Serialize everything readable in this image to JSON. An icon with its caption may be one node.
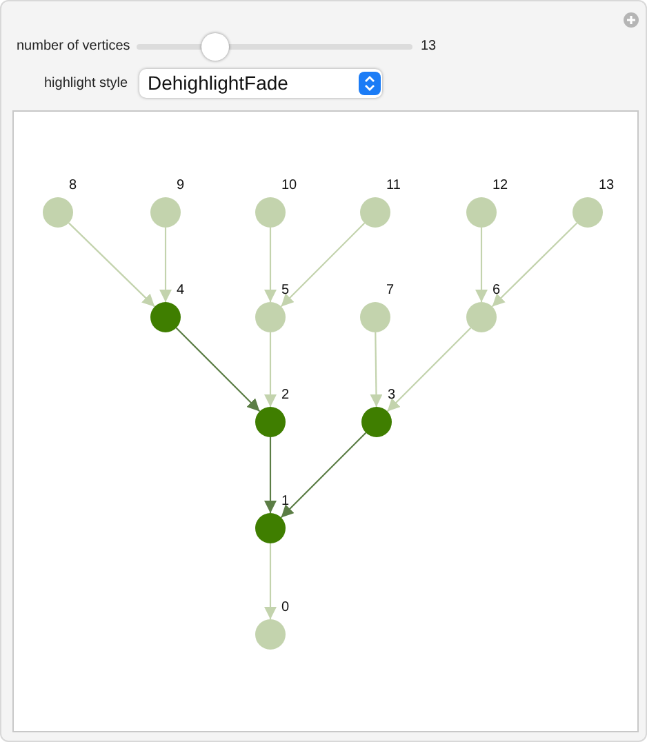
{
  "diagram": {
    "nodes": [
      {
        "text": [],
        "shape": "circle",
        "beside": [
          "8"
        ]
      },
      {
        "text": [],
        "shape": "circle",
        "beside": [
          "9"
        ]
      },
      {
        "text": [],
        "shape": "circle",
        "beside": [
          "10"
        ]
      },
      {
        "text": [],
        "shape": "circle",
        "beside": [
          "11"
        ]
      },
      {
        "text": [],
        "shape": "circle",
        "beside": [
          "12"
        ]
      },
      {
        "text": [],
        "shape": "circle",
        "beside": [
          "13"
        ]
      },
      {
        "text": [],
        "shape": "circle",
        "beside": [
          "4"
        ]
      },
      {
        "text": [],
        "shape": "circle",
        "beside": [
          "5"
        ]
      },
      {
        "text": [],
        "shape": "circle",
        "beside": [
          "7"
        ]
      },
      {
        "text": [],
        "shape": "circle",
        "beside": [
          "6"
        ]
      },
      {
        "text": [],
        "shape": "circle",
        "beside": [
          "2"
        ]
      },
      {
        "text": [],
        "shape": "circle",
        "beside": [
          "3"
        ]
      },
      {
        "text": [],
        "shape": "circle",
        "beside": [
          "1"
        ]
      },
      {
        "text": [],
        "shape": "circle",
        "beside": [
          "0"
        ]
      }
    ],
    "edges": [
      {
        "from": 0,
        "to": 6,
        "arrow": "to"
      },
      {
        "from": 1,
        "to": 6,
        "arrow": "to"
      },
      {
        "from": 2,
        "to": 7,
        "arrow": "to"
      },
      {
        "from": 3,
        "to": 7,
        "arrow": "to"
      },
      {
        "from": 4,
        "to": 9,
        "arrow": "to"
      },
      {
        "from": 5,
        "to": 9,
        "arrow": "to"
      },
      {
        "from": 6,
        "to": 10,
        "arrow": "to",
        "color": "#5b7d45"
      },
      {
        "from": 7,
        "to": 10,
        "arrow": "to"
      },
      {
        "from": 8,
        "to": 11,
        "arrow": "to"
      },
      {
        "from": 9,
        "to": 11,
        "arrow": "to"
      },
      {
        "from": 10,
        "to": 12,
        "arrow": "to",
        "color": "#5b7d45"
      },
      {
        "from": 11,
        "to": 12,
        "arrow": "to",
        "color": "#5b7d45"
      },
      {
        "from": 12,
        "to": 13,
        "arrow": "to"
      }
    ],
    "labels": [
      "number of vertices",
      "13",
      "highlight style",
      "DehighlightFade"
    ]
  }
}
